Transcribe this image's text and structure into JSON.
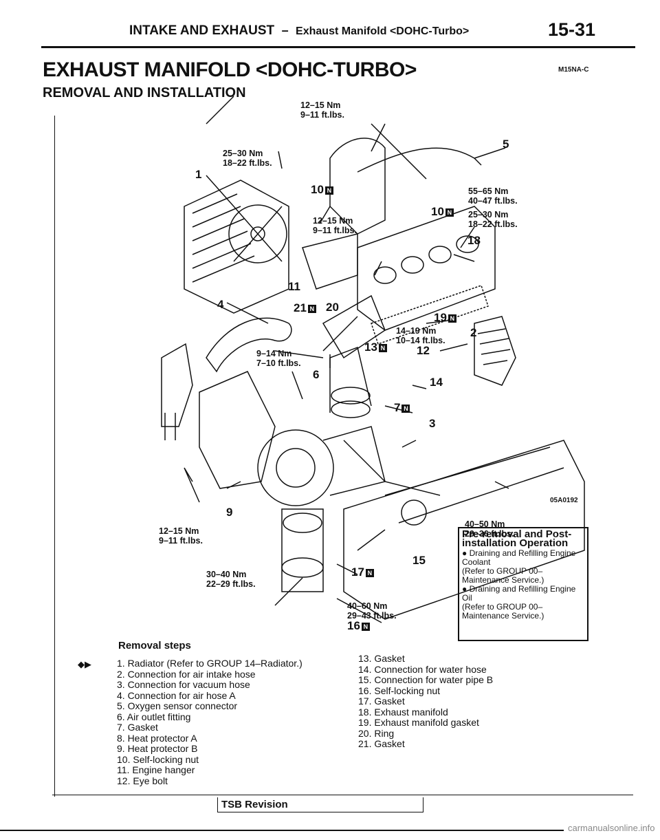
{
  "header": {
    "section": "INTAKE AND EXHAUST",
    "separator": "–",
    "subsection": "Exhaust Manifold <DOHC-Turbo>",
    "page_number": "15-31"
  },
  "title": "EXHAUST MANIFOLD <DOHC-TURBO>",
  "doc_code": "M15NA-C",
  "subtitle": "REMOVAL AND INSTALLATION",
  "figure": {
    "code": "05A0192",
    "torques": [
      {
        "nm": "12–15 Nm",
        "ftlbs": "9–11 ft.lbs."
      },
      {
        "nm": "25–30 Nm",
        "ftlbs": "18–22 ft.lbs."
      },
      {
        "nm": "55–65 Nm",
        "ftlbs": "40–47 ft.lbs."
      },
      {
        "nm": "12–15 Nm",
        "ftlbs": "9–11 ft.lbs."
      },
      {
        "nm": "25–30 Nm",
        "ftlbs": "18–22 ft.lbs."
      },
      {
        "nm": "14–19 Nm",
        "ftlbs": "10–14 ft.lbs."
      },
      {
        "nm": "9–14 Nm",
        "ftlbs": "7–10 ft.lbs."
      },
      {
        "nm": "12–15 Nm",
        "ftlbs": "9–11 ft.lbs."
      },
      {
        "nm": "40–50 Nm",
        "ftlbs": "29–36 ft.lbs."
      },
      {
        "nm": "30–40 Nm",
        "ftlbs": "22–29 ft.lbs."
      },
      {
        "nm": "40–60 Nm",
        "ftlbs": "29–43 ft.lbs."
      }
    ],
    "callouts": {
      "c1": "1",
      "c2": "2",
      "c3": "3",
      "c4": "4",
      "c5": "5",
      "c6": "6",
      "c7": "7",
      "c9": "9",
      "c10a": "10",
      "c10b": "10",
      "c11": "11",
      "c12": "12",
      "c13": "13",
      "c14": "14",
      "c15": "15",
      "c16": "16",
      "c17": "17",
      "c18": "18",
      "c19": "19",
      "c20": "20",
      "c21": "21"
    },
    "badge": "N"
  },
  "note_box": {
    "heading": "Pre-removal and Post-installation Operation",
    "items": [
      "● Draining and Refilling Engine Coolant",
      "(Refer to GROUP 00–Maintenance Service.)",
      "● Draining and Refilling Engine Oil",
      "(Refer to GROUP 00–Maintenance Service.)"
    ]
  },
  "removal_steps": {
    "heading": "Removal steps",
    "marker": "◆▶",
    "left": [
      "1. Radiator (Refer to GROUP 14–Radiator.)",
      "2. Connection for air intake hose",
      "3. Connection for vacuum hose",
      "4. Connection for air hose A",
      "5. Oxygen sensor connector",
      "6. Air outlet fitting",
      "7. Gasket",
      "8. Heat protector A",
      "9. Heat protector B",
      "10. Self-locking nut",
      "11. Engine hanger",
      "12. Eye bolt"
    ],
    "right": [
      "13. Gasket",
      "14. Connection for water hose",
      "15. Connection for water pipe B",
      "16. Self-locking nut",
      "17. Gasket",
      "18. Exhaust manifold",
      "19. Exhaust manifold gasket",
      "20. Ring",
      "21. Gasket"
    ]
  },
  "footer": {
    "tsb": "TSB Revision",
    "watermark": "carmanualsonline.info"
  }
}
